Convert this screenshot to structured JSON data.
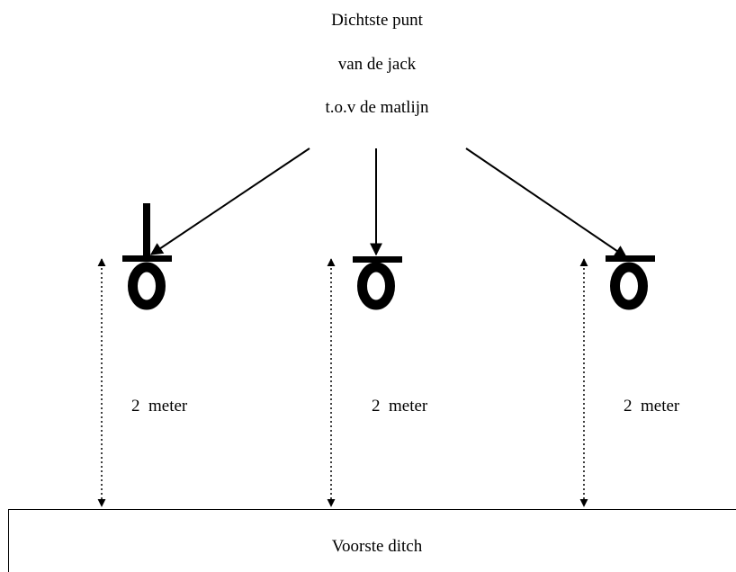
{
  "title": {
    "line1": "Dichtste punt",
    "line2": "van de jack",
    "line3": "t.o.v de matlijn"
  },
  "distances": [
    "2  meter",
    "2  meter",
    "2  meter"
  ],
  "ditch_label": "Voorste ditch",
  "colors": {
    "stroke": "#000000",
    "background": "#ffffff"
  }
}
